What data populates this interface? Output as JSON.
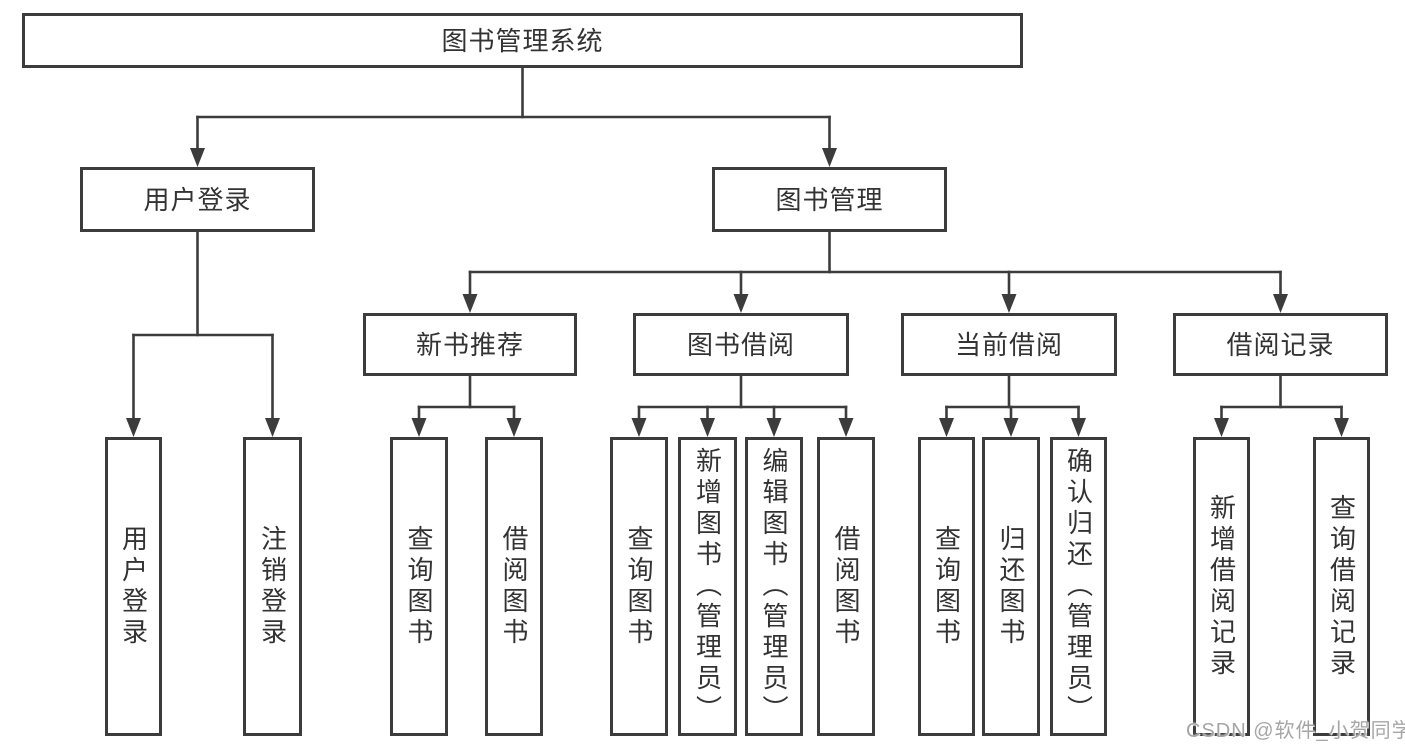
{
  "tree": {
    "label": "图书管理系统",
    "children": [
      {
        "label": "用户登录",
        "children": [
          {
            "label": "用户登录"
          },
          {
            "label": "注销登录"
          }
        ]
      },
      {
        "label": "图书管理",
        "children": [
          {
            "label": "新书推荐",
            "children": [
              {
                "label": "查询图书"
              },
              {
                "label": "借阅图书"
              }
            ]
          },
          {
            "label": "图书借阅",
            "children": [
              {
                "label": "查询图书"
              },
              {
                "label": "新增图书（管理员）"
              },
              {
                "label": "编辑图书（管理员）"
              },
              {
                "label": "借阅图书"
              }
            ]
          },
          {
            "label": "当前借阅",
            "children": [
              {
                "label": "查询图书"
              },
              {
                "label": "归还图书"
              },
              {
                "label": "确认归还（管理员）"
              }
            ]
          },
          {
            "label": "借阅记录",
            "children": [
              {
                "label": "新增借阅记录"
              },
              {
                "label": "查询借阅记录"
              }
            ]
          }
        ]
      }
    ]
  },
  "watermark": {
    "text": "CSDN @软件_小贺同学"
  },
  "colors": {
    "line": "#3c3c3c",
    "text": "#333333",
    "background": "#ffffff",
    "watermark": "#a6a6a6"
  }
}
